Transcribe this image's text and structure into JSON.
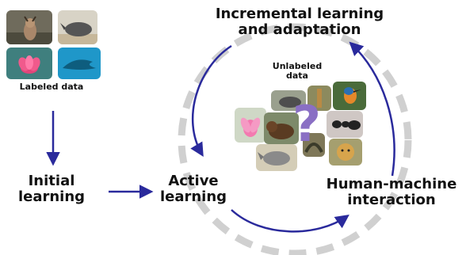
{
  "labels": {
    "labeled_data": "Labeled data",
    "unlabeled_data_line1": "Unlabeled",
    "unlabeled_data_line2": "data",
    "initial_learning_line1": "Initial",
    "initial_learning_line2": "learning",
    "active_learning_line1": "Active",
    "active_learning_line2": "learning",
    "incremental_line1": "Incremental learning",
    "incremental_line2": "and adaptation",
    "hmi_line1": "Human-machine",
    "hmi_line2": "interaction",
    "question_mark": "?"
  },
  "colors": {
    "arrow": "#2a2a9c",
    "dashed_circle": "#d0d0d0",
    "question_mark": "#8a6fc4",
    "text": "#111111"
  },
  "icons": {
    "labeled_images": [
      "deer-photo",
      "rhino-photo",
      "lotus-photo",
      "dolphin-photo"
    ],
    "unlabeled_images": [
      "lotus-photo",
      "bear-photo",
      "rhino-photo",
      "buffalo-photo",
      "bird-photo",
      "ant-photo",
      "cheetah-photo",
      "giraffe-photo",
      "snake-photo",
      "deer-photo"
    ]
  }
}
